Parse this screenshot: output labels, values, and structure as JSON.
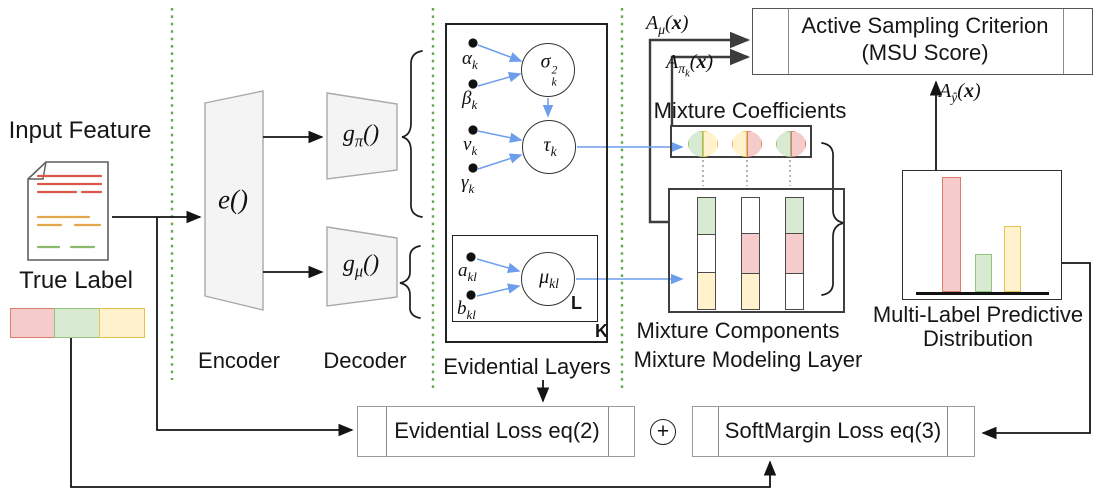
{
  "palette": {
    "red_fill": "#f5cbcc",
    "red_stroke": "#dd7e6b",
    "green_fill": "#d9ead3",
    "green_stroke": "#93c47d",
    "yellow_fill": "#fff2cc",
    "yellow_stroke": "#e9c14d",
    "white_fill": "#ffffff",
    "white_stroke": "#4a4a4a",
    "doc_red": "#d9584b",
    "doc_yellow": "#e3a84c",
    "doc_green": "#8abb6d",
    "blue_line": "#6d9eeb",
    "green_dotted": "#6aa84f",
    "shape_fill": "#f4f4f4",
    "shape_stroke": "#a9a9a9"
  },
  "labels": {
    "input_feature": "Input Feature",
    "true_label": "True Label",
    "encoder": "Encoder",
    "decoder": "Decoder",
    "evidential_layers": "Evidential Layers",
    "mixture_coefficients": "Mixture Coefficients",
    "mixture_components": "Mixture Components",
    "mixture_modeling_layer": "Mixture Modeling Layer",
    "multilabel_line1": "Multi-Label Predictive",
    "multilabel_line2": "Distribution",
    "asc_line1": "Active Sampling Criterion",
    "asc_line2": "(MSU Score)",
    "evidential_loss": "Evidential Loss eq(2)",
    "softmargin_loss": "SoftMargin Loss eq(3)",
    "plus": "+",
    "K": "K",
    "L": "L"
  },
  "math": {
    "e": {
      "base": "e",
      "args": "()"
    },
    "g_pi": {
      "base": "g",
      "sub": "π",
      "args": "()"
    },
    "g_mu": {
      "base": "g",
      "sub": "μ",
      "args": "()"
    },
    "alpha_k": {
      "base": "α",
      "sub": "k"
    },
    "beta_k": {
      "base": "β",
      "sub": "k"
    },
    "nu_k": {
      "base": "ν",
      "sub": "k"
    },
    "gamma_k": {
      "base": "γ",
      "sub": "k"
    },
    "sigma_k": {
      "base": "σ",
      "sup": "2",
      "sub": "k"
    },
    "tau_k": {
      "base": "τ",
      "sub": "k"
    },
    "a_kl": {
      "base": "a",
      "sub": "kl"
    },
    "b_kl": {
      "base": "b",
      "sub": "kl"
    },
    "mu_kl": {
      "base": "μ",
      "sub": "kl"
    },
    "A_mu": {
      "base": "A",
      "sub": "μ",
      "open": "(",
      "arg": "x",
      "close": ")"
    },
    "A_pi": {
      "base": "A",
      "sub": "π",
      "subsub": "k",
      "open": "(",
      "arg": "x",
      "close": ")"
    },
    "A_yhat": {
      "base": "A",
      "sub": "ŷ",
      "open": "(",
      "arg": "x",
      "close": ")"
    }
  },
  "true_label": {
    "segments": [
      "red",
      "green",
      "yellow"
    ]
  },
  "mixture": {
    "coefficients": [
      [
        "green",
        "yellow"
      ],
      [
        "yellow",
        "red"
      ],
      [
        "green",
        "red"
      ]
    ],
    "components": [
      {
        "segments": [
          {
            "color": "green",
            "h": 38
          },
          {
            "color": "white",
            "h": 39
          },
          {
            "color": "yellow",
            "h": 38
          }
        ]
      },
      {
        "segments": [
          {
            "color": "white",
            "h": 37
          },
          {
            "color": "red",
            "h": 41
          },
          {
            "color": "yellow",
            "h": 37
          }
        ]
      },
      {
        "segments": [
          {
            "color": "green",
            "h": 37
          },
          {
            "color": "red",
            "h": 41
          },
          {
            "color": "white",
            "h": 37
          }
        ]
      }
    ]
  },
  "predictive_distribution": {
    "type": "bar",
    "bars": [
      {
        "color": "red",
        "height": 115
      },
      {
        "color": "green",
        "height": 38
      },
      {
        "color": "yellow",
        "height": 66
      }
    ]
  }
}
